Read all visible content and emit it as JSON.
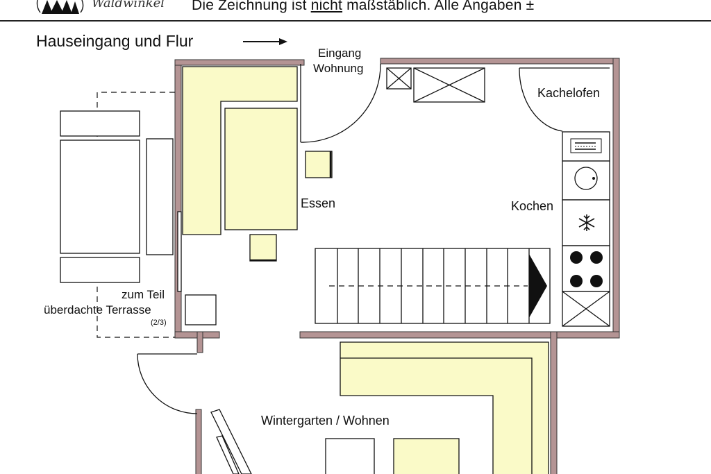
{
  "header": {
    "brand": "Waldwinkel",
    "note_before": "Die Zeichnung ist ",
    "note_underlined": "nicht",
    "note_after": " maßstäblich. Alle Angaben ±"
  },
  "labels": {
    "hallway": "Hauseingang und Flur",
    "entrance_line1": "Eingang",
    "entrance_line2": "Wohnung",
    "tile_stove": "Kachelofen",
    "dining": "Essen",
    "cooking": "Kochen",
    "terrace_line1": "zum Teil",
    "terrace_line2": "überdachte Terrasse",
    "terrace_fraction": "(2/3)",
    "conservatory": "Wintergarten / Wohnen"
  },
  "colors": {
    "wall": "#b49494",
    "furniture_fill": "#fafac8",
    "line": "#111111"
  },
  "icons": [
    "tree-logo-icon",
    "arrow-right-icon",
    "snowflake-icon",
    "sink-icon",
    "stairs-arrow-icon"
  ]
}
